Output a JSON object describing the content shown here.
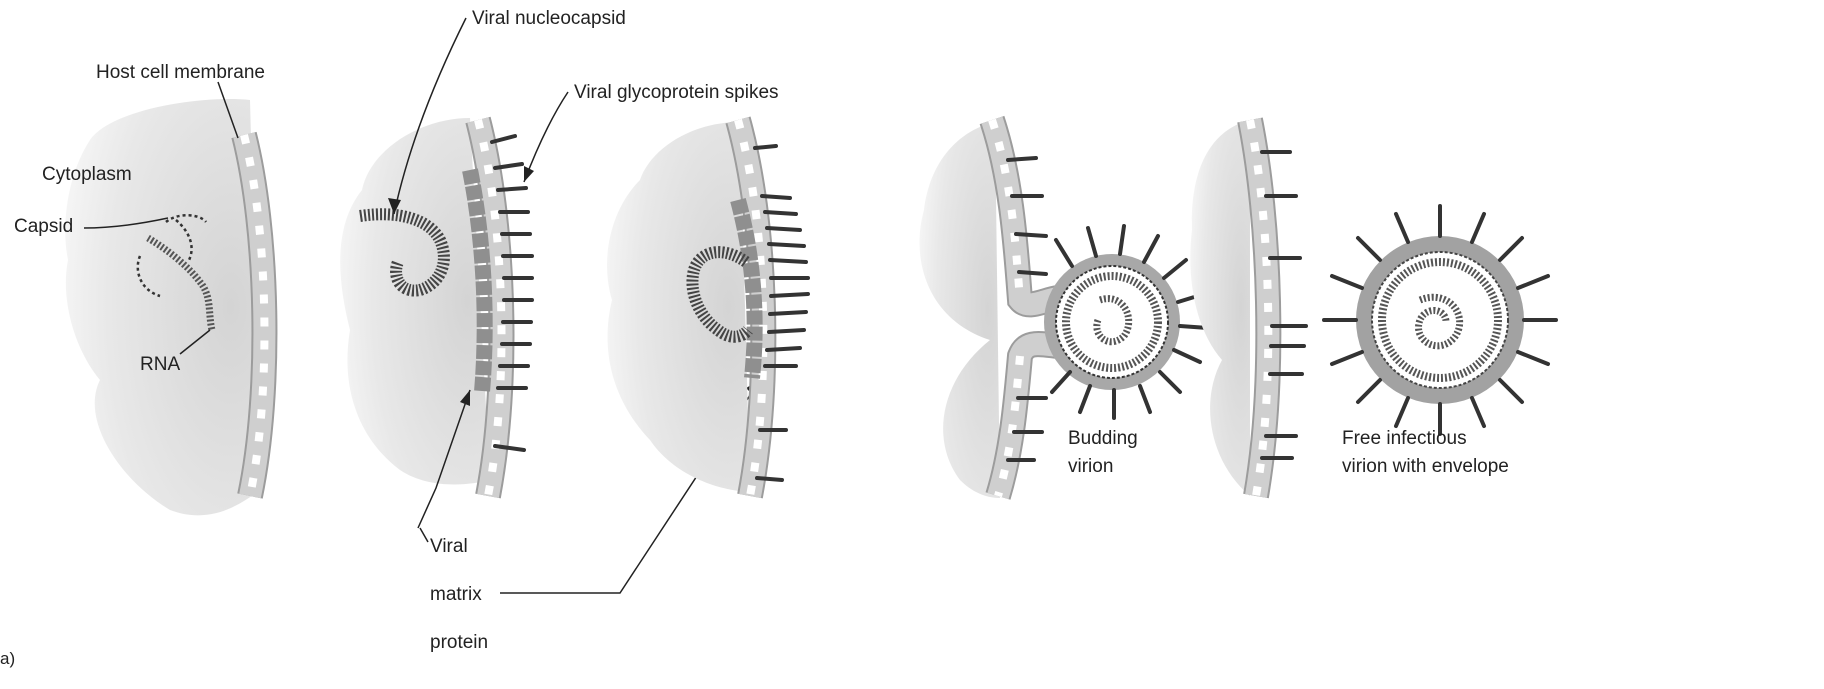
{
  "labels": {
    "host_cell_membrane": "Host cell membrane",
    "cytoplasm": "Cytoplasm",
    "capsid": "Capsid",
    "rna": "RNA",
    "viral_nucleocapsid": "Viral nucleocapsid",
    "viral_glycoprotein_spikes": "Viral glycoprotein spikes",
    "viral_matrix_protein_line1": "Viral",
    "viral_matrix_protein_line2": "matrix",
    "viral_matrix_protein_line3": "protein",
    "budding_virion_line1": "Budding",
    "budding_virion_line2": "virion",
    "free_virion_line1": "Free infectious",
    "free_virion_line2": "virion with envelope",
    "panel_marker": "a)"
  },
  "colors": {
    "cytoplasm": "#e6e6e6",
    "membrane": "#b8b8b8",
    "membrane_dash": "#ffffff",
    "spike": "#3a3a3a",
    "matrix": "#a9a9a9",
    "ink": "#222222"
  }
}
